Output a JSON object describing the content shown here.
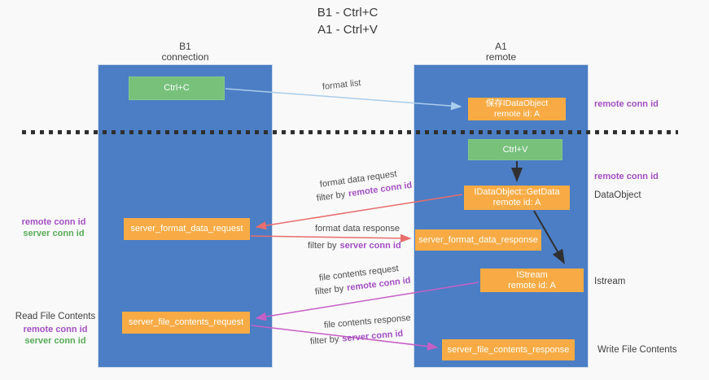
{
  "title": {
    "line1": "B1 - Ctrl+C",
    "line2": "A1 - Ctrl+V"
  },
  "lanes": {
    "left": {
      "name": "B1",
      "role": "connection"
    },
    "right": {
      "name": "A1",
      "role": "remote"
    }
  },
  "nodes": {
    "ctrl_c": "Ctrl+C",
    "ctrl_v": "Ctrl+V",
    "save_dataobject_line1": "保存IDataObject",
    "save_dataobject_line2": "remote id: A",
    "getdata_line1": "IDataObject::GetData",
    "getdata_line2": "remote id: A",
    "istream_line1": "IStream",
    "istream_line2": "remote id: A",
    "server_format_data_request": "server_format_data_request",
    "server_format_data_response": "server_format_data_response",
    "server_file_contents_request": "server_file_contents_request",
    "server_file_contents_response": "server_file_contents_response"
  },
  "edge_labels": {
    "format_list": "format list",
    "format_data_request": "format data request",
    "format_data_response": "format data response",
    "file_contents_request": "file contents request",
    "file_contents_response": "file contents response",
    "filter_prefix": "filter by",
    "remote_conn_id": "remote conn id",
    "server_conn_id": "server conn id"
  },
  "annotations": {
    "remote_conn_id_top_right": "remote conn id",
    "remote_conn_id_mid_right": "remote conn id",
    "dataobject": "DataObject",
    "istream": "Istream",
    "remote_conn_id_left": "remote conn id",
    "server_conn_id_left": "server conn id",
    "read_file_contents": "Read File Contents",
    "remote_conn_id_bottom_left": "remote conn id",
    "server_conn_id_bottom_left": "server conn id",
    "write_file_contents": "Write File Contents"
  },
  "colors": {
    "lane_blue": "#4b7ec4",
    "box_green": "#77c17b",
    "box_orange": "#f8ab44",
    "arrow_blue": "#a9cdec",
    "arrow_red": "#e96d6d",
    "arrow_magenta": "#c65fc6",
    "arrow_black": "#303030",
    "text_purple": "#a34fc3",
    "text_green": "#57ab57"
  }
}
